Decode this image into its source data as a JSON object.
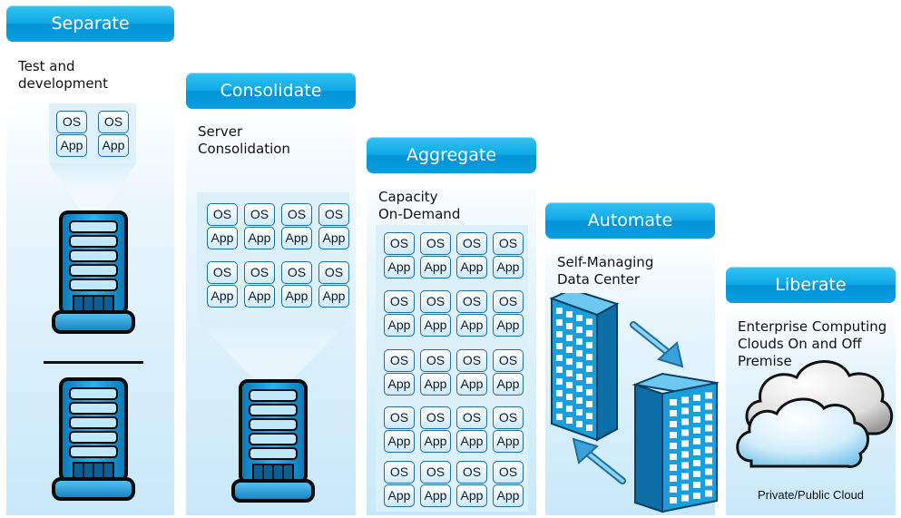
{
  "stages": [
    {
      "id": "separate",
      "title": "Separate",
      "caption": "Test and\ndevelopment"
    },
    {
      "id": "consolidate",
      "title": "Consolidate",
      "caption": "Server\nConsolidation"
    },
    {
      "id": "aggregate",
      "title": "Aggregate",
      "caption": "Capacity\nOn-Demand"
    },
    {
      "id": "automate",
      "title": "Automate",
      "caption": "Self-Managing\nData Center"
    },
    {
      "id": "liberate",
      "title": "Liberate",
      "caption": "Enterprise Computing\nClouds On and Off\nPremise"
    }
  ],
  "vm": {
    "os_label": "OS",
    "app_label": "App"
  },
  "cloud": {
    "label": "Private/Public Cloud"
  },
  "colors": {
    "header": "#0ba6e3",
    "outline": "#1d6fa3",
    "building": "#1a9fdc",
    "arrow": "#3aa0d8"
  }
}
